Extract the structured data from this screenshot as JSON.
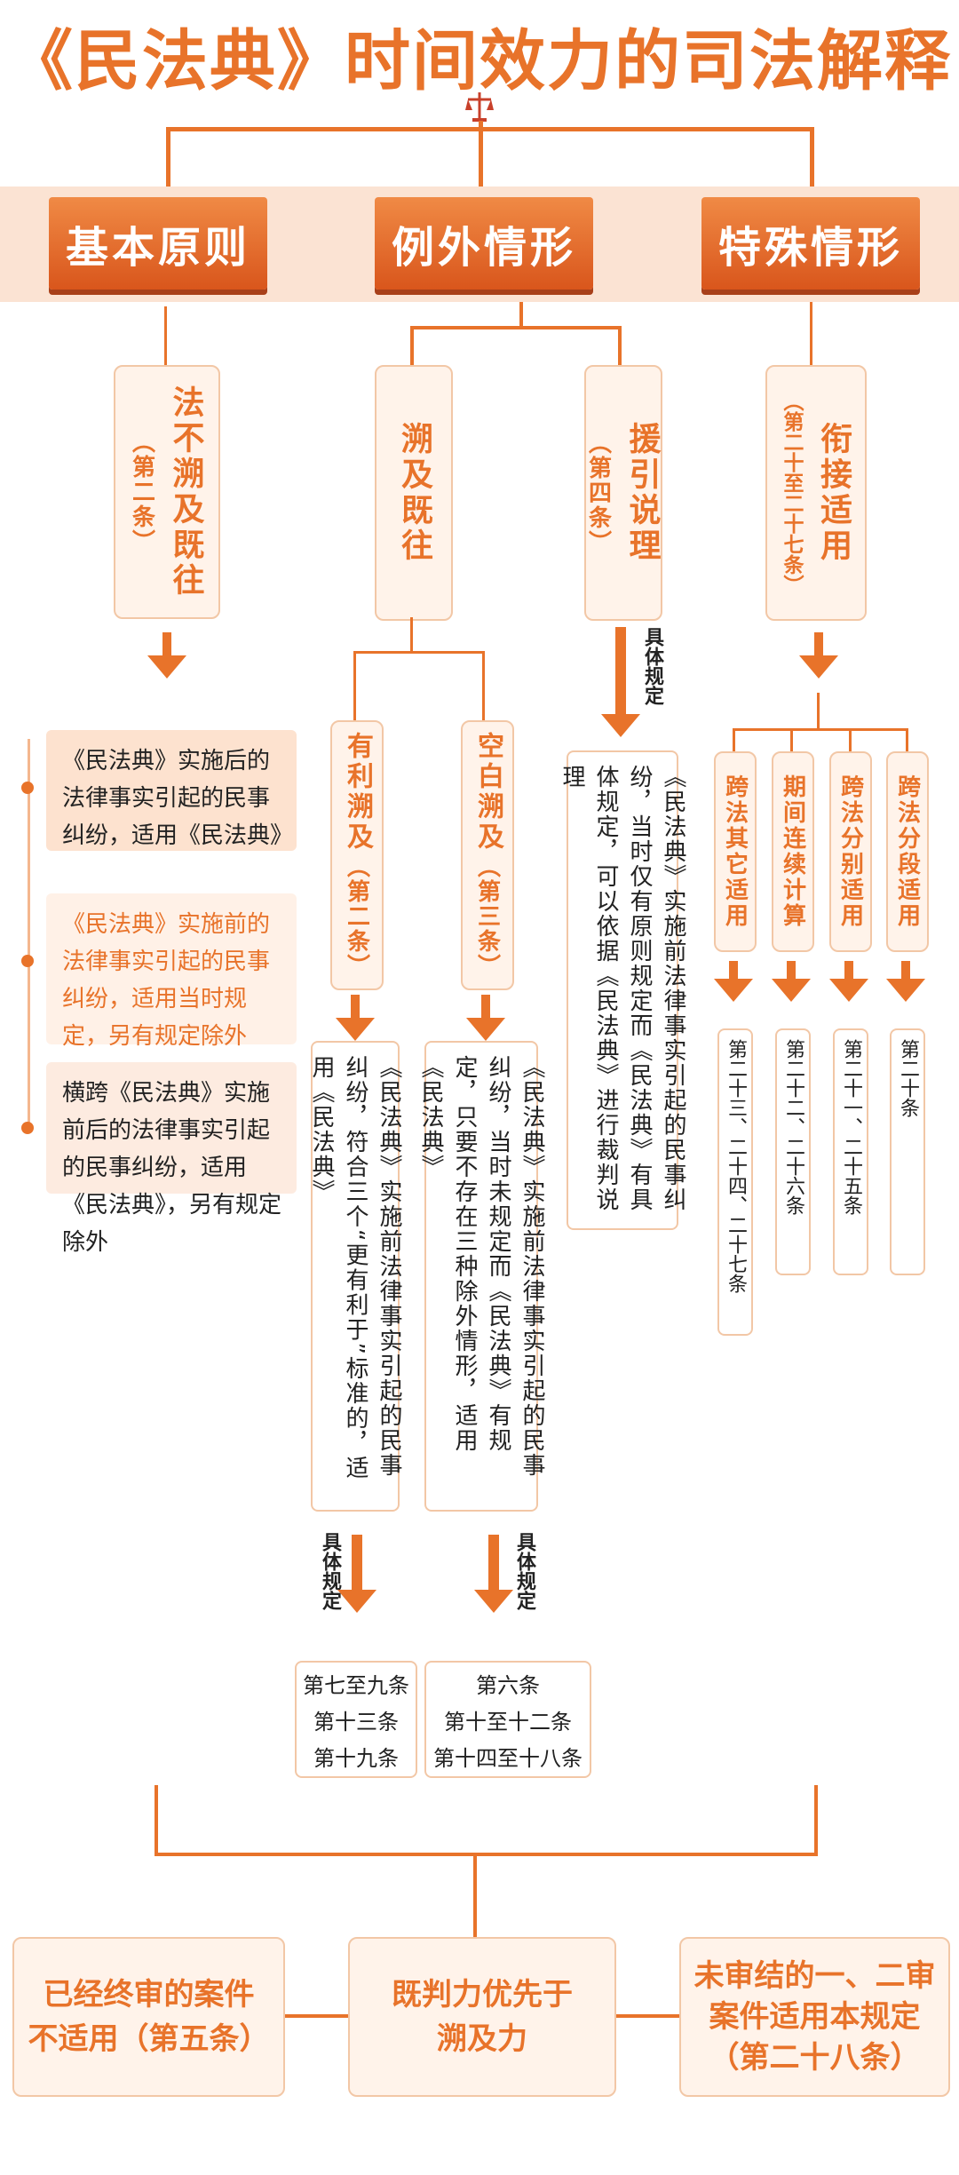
{
  "title": "《民法典》时间效力的司法解释",
  "headers": {
    "basic": "基本原则",
    "exception": "例外情形",
    "special": "特殊情形"
  },
  "basic": {
    "box_main": "法不溯及既往",
    "box_sub": "（第二条）",
    "items": [
      "《民法典》实施后的法律事实引起的民事纠纷，适用《民法典》",
      "《民法典》实施前的法律事实引起的民事纠纷，适用当时规定，另有规定除外",
      "横跨《民法典》实施前后的法律事实引起的民事纠纷，适用《民法典》，另有规定除外"
    ]
  },
  "exception": {
    "retro": "溯及既往",
    "favorable_main": "有利溯及",
    "favorable_sub": "（第二条）",
    "favorable_text": "《民法典》实施前法律事实引起的民事纠纷，符合三个“更有利于”标准的，适用《民法典》",
    "blank_main": "空白溯及",
    "blank_sub": "（第三条）",
    "blank_text": "《民法典》实施前法律事实引起的民事纠纷，当时未规定而《民法典》有规定，只要不存在三种除外情形，适用《民法典》",
    "cite_main": "援引说理",
    "cite_sub": "（第四条）",
    "cite_text": "《民法典》实施前法律事实引起的民事纠纷，当时仅有原则规定而《民法典》有具体规定，可以依据《民法典》进行裁判说理",
    "specific_label": "具体规定",
    "favorable_articles": [
      "第七至九条",
      "第十三条",
      "第十九条"
    ],
    "blank_articles": [
      "第六条",
      "第十至十二条",
      "第十四至十八条"
    ]
  },
  "special": {
    "box_main": "衔接适用",
    "box_sub": "（第二十至二十七条）",
    "items": [
      {
        "name": "跨法其它适用",
        "articles": "第二十三、二十四、二十七条"
      },
      {
        "name": "期间连续计算",
        "articles": "第二十二、二十六条"
      },
      {
        "name": "跨法分别适用",
        "articles": "第二十一、二十五条"
      },
      {
        "name": "跨法分段适用",
        "articles": "第二十条"
      }
    ]
  },
  "bottom": {
    "left": [
      "已经终审的案件",
      "不适用（第五条）"
    ],
    "center": [
      "既判力优先于",
      "溯及力"
    ],
    "right": [
      "未审结的一、二审",
      "案件适用本规定",
      "（第二十八条）"
    ]
  }
}
